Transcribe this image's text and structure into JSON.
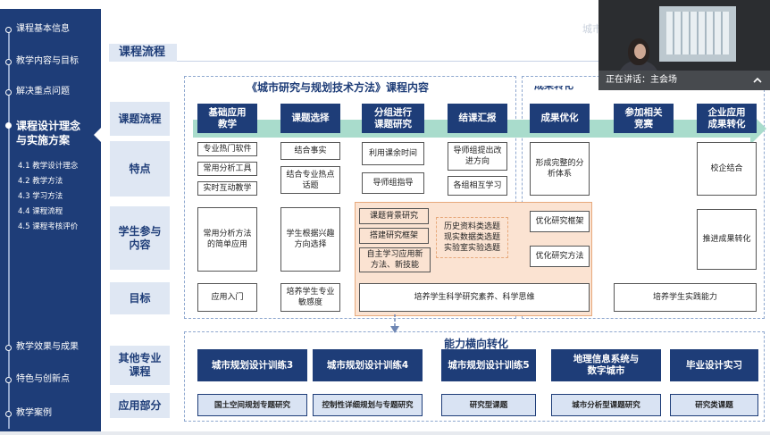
{
  "sidebar": {
    "items": [
      {
        "label": "课程基本信息"
      },
      {
        "label": "教学内容与目标"
      },
      {
        "label": "解决重点问题"
      },
      {
        "label": "课程设计理念与实施方案"
      },
      {
        "label": "教学效果与成果"
      },
      {
        "label": "特色与创新点"
      },
      {
        "label": "教学案例"
      }
    ],
    "sub_items": [
      {
        "label": "4.1 教学设计理念"
      },
      {
        "label": "4.2 教学方法"
      },
      {
        "label": "4.3 学习方法"
      },
      {
        "label": "4.4 课程流程"
      },
      {
        "label": "4.5 课程考核评价"
      }
    ]
  },
  "slide": {
    "title": "课程流程",
    "corner_text": "城市",
    "content_title": "《城市研究与规划技术方法》课程内容",
    "practice_title_partial": "成果转化",
    "lateral_title": "能力横向转化"
  },
  "rows": {
    "process": "课题流程",
    "features": "特点",
    "participation": "学生参与\n内容",
    "goal": "目标",
    "other_courses": "其他专业\n课程",
    "application": "应用部分"
  },
  "flow_steps": [
    {
      "label": "基础应用\n教学"
    },
    {
      "label": "课题选择"
    },
    {
      "label": "分组进行\n课题研究"
    },
    {
      "label": "结课汇报"
    },
    {
      "label": "成果优化"
    },
    {
      "label": "参加相关\n竞赛"
    },
    {
      "label": "企业应用\n成果转化"
    }
  ],
  "features": {
    "col1": [
      "专业热门软件",
      "常用分析工具",
      "实时互动教学"
    ],
    "col2": [
      "结合事实",
      "结合专业热点\n话题"
    ],
    "col3": [
      "利用课余时间",
      "导师组指导"
    ],
    "col4": [
      "导师组提出改\n进方向",
      "各组相互学习"
    ],
    "col5": "形成完整的分\n析体系",
    "col7": "校企结合"
  },
  "participation": {
    "col1": "常用分析方法\n的简单应用",
    "col2": "学生根据兴趣\n方向选择",
    "col3": [
      "课题背景研究",
      "搭建研究框架",
      "自主学习应用新\n方法、新技能"
    ],
    "col34_topics": "历史资料类选题\n现实数据类选题\n实验室实验选题",
    "col5": [
      "优化研究框架",
      "优化研究方法"
    ],
    "col7": "推进成果转化"
  },
  "goals": {
    "col1": "应用入门",
    "col2": "培养学生专业\n敏感度",
    "col34": "培养学生科学研究素养、科学思维",
    "col567": "培养学生实践能力"
  },
  "other_courses": [
    {
      "name": "城市规划设计训练3",
      "application": "国土空间规划专题研究"
    },
    {
      "name": "城市规划设计训练4",
      "application": "控制性详细规划与专题研究"
    },
    {
      "name": "城市规划设计训练5",
      "application": "研究型课题"
    },
    {
      "name": "地理信息系统与\n数字城市",
      "application": "城市分析型课题研究"
    },
    {
      "name": "毕业设计实习",
      "application": "研究类课题"
    }
  ],
  "video": {
    "speaker_text": "正在讲话：主会场"
  },
  "icons": {
    "collapse": "chevron-up-icon",
    "down_arrow": "arrow-down-icon",
    "right_arrow": "arrow-right-icon"
  },
  "colors": {
    "navy": "#1e3d78",
    "label_bg": "#dfe7f3",
    "band": "#a9dccc",
    "orange_bg": "#fbe3d2",
    "app_bg": "#d9e3f3"
  }
}
